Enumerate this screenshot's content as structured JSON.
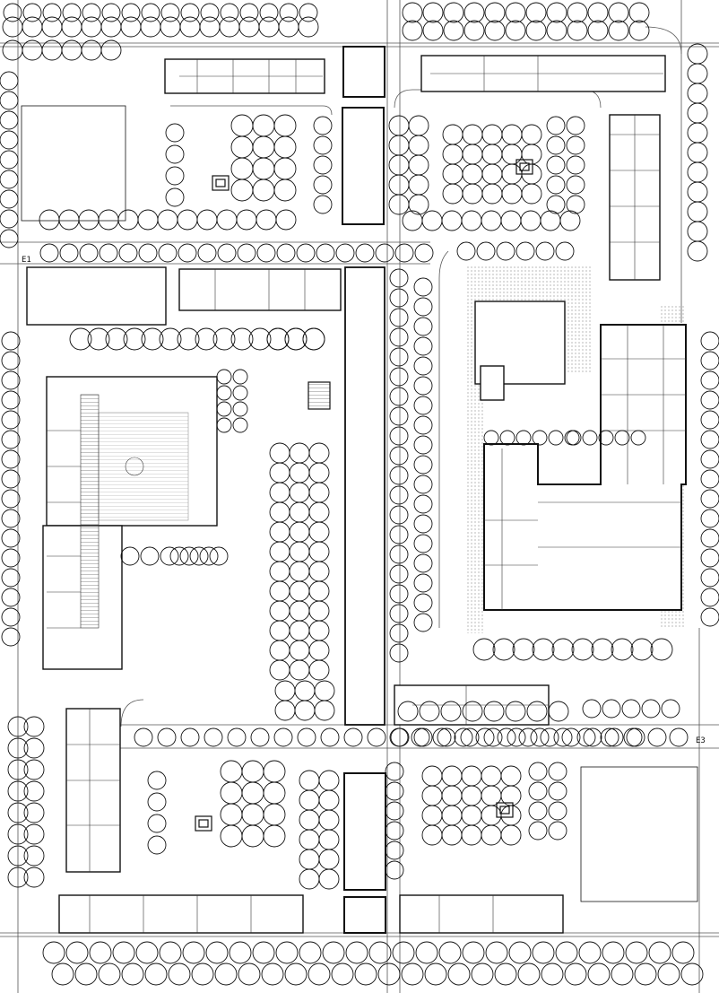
{
  "plan": {
    "background_color": "#ffffff",
    "line_color": "#111111",
    "hatch_color": "#8a8a8a",
    "tree_symbol": "circle",
    "labels": {
      "marker_north_west": "E1",
      "marker_east": "E3"
    },
    "trees": {
      "north_edge": 16,
      "west_edge": 22,
      "east_edge": 24,
      "south_edge": 30,
      "courtyard_groves": 8,
      "central_allee": 2
    }
  }
}
